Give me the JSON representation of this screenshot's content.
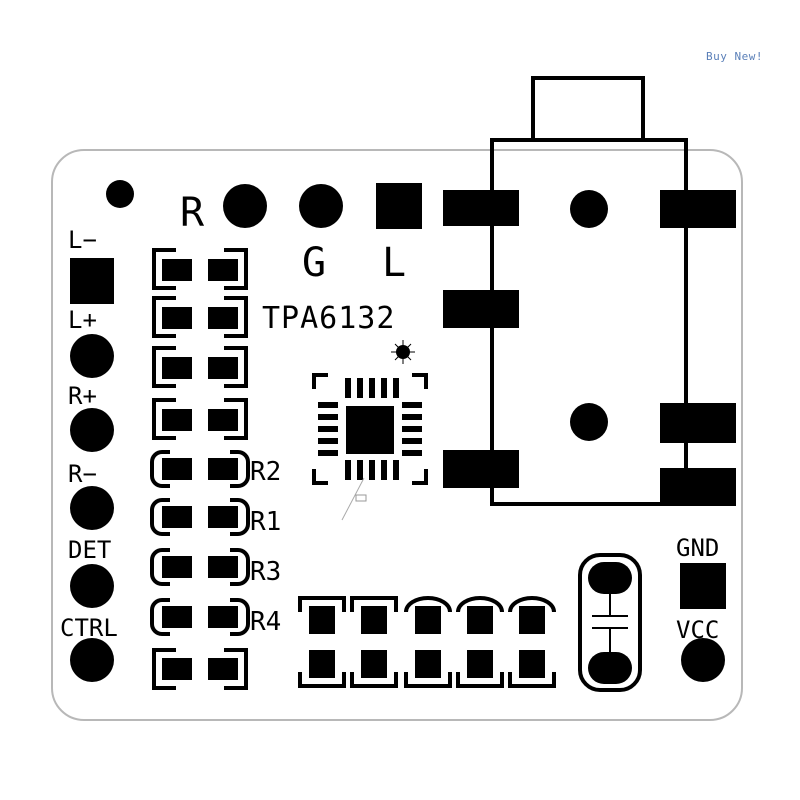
{
  "watermark": "Buy  New!",
  "board": {
    "chip_label": "TPA6132",
    "top_labels": {
      "r": "R",
      "g": "G",
      "l": "L"
    },
    "left_pins": [
      {
        "label": "L−",
        "shape": "square"
      },
      {
        "label": "L+",
        "shape": "round"
      },
      {
        "label": "R+",
        "shape": "round"
      },
      {
        "label": "R−",
        "shape": "round"
      },
      {
        "label": "DET",
        "shape": "round"
      },
      {
        "label": "CTRL",
        "shape": "round"
      }
    ],
    "right_pins": [
      {
        "label": "GND",
        "shape": "square"
      },
      {
        "label": "VCC",
        "shape": "round"
      }
    ],
    "resistor_labels": [
      "R2",
      "R1",
      "R3",
      "R4"
    ]
  }
}
